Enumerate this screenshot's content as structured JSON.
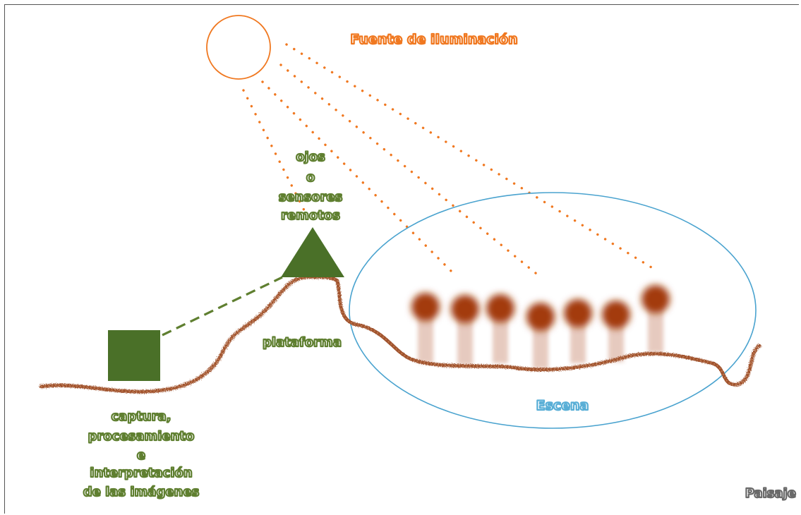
{
  "labels": {
    "light_source": "Fuente de iluminación",
    "sensor_lines": [
      "ojos",
      "o",
      "sensores",
      "remotos"
    ],
    "platform": "plataforma",
    "scene": "Escena",
    "processing_lines": [
      "captura,",
      "procesamiento",
      "e",
      "interpretación",
      "de las imágenes"
    ],
    "landscape": "Paisaje"
  },
  "colors": {
    "light": "#f07820",
    "sensor": "#4a7028",
    "ground": "#a0522d",
    "scene": "#4aa3cf",
    "tree": "#a33a0e"
  },
  "icons": {
    "sun": "sun-circle-icon",
    "sensor": "triangle-sensor-icon",
    "station": "square-station-icon",
    "trees": "tree-icon"
  }
}
